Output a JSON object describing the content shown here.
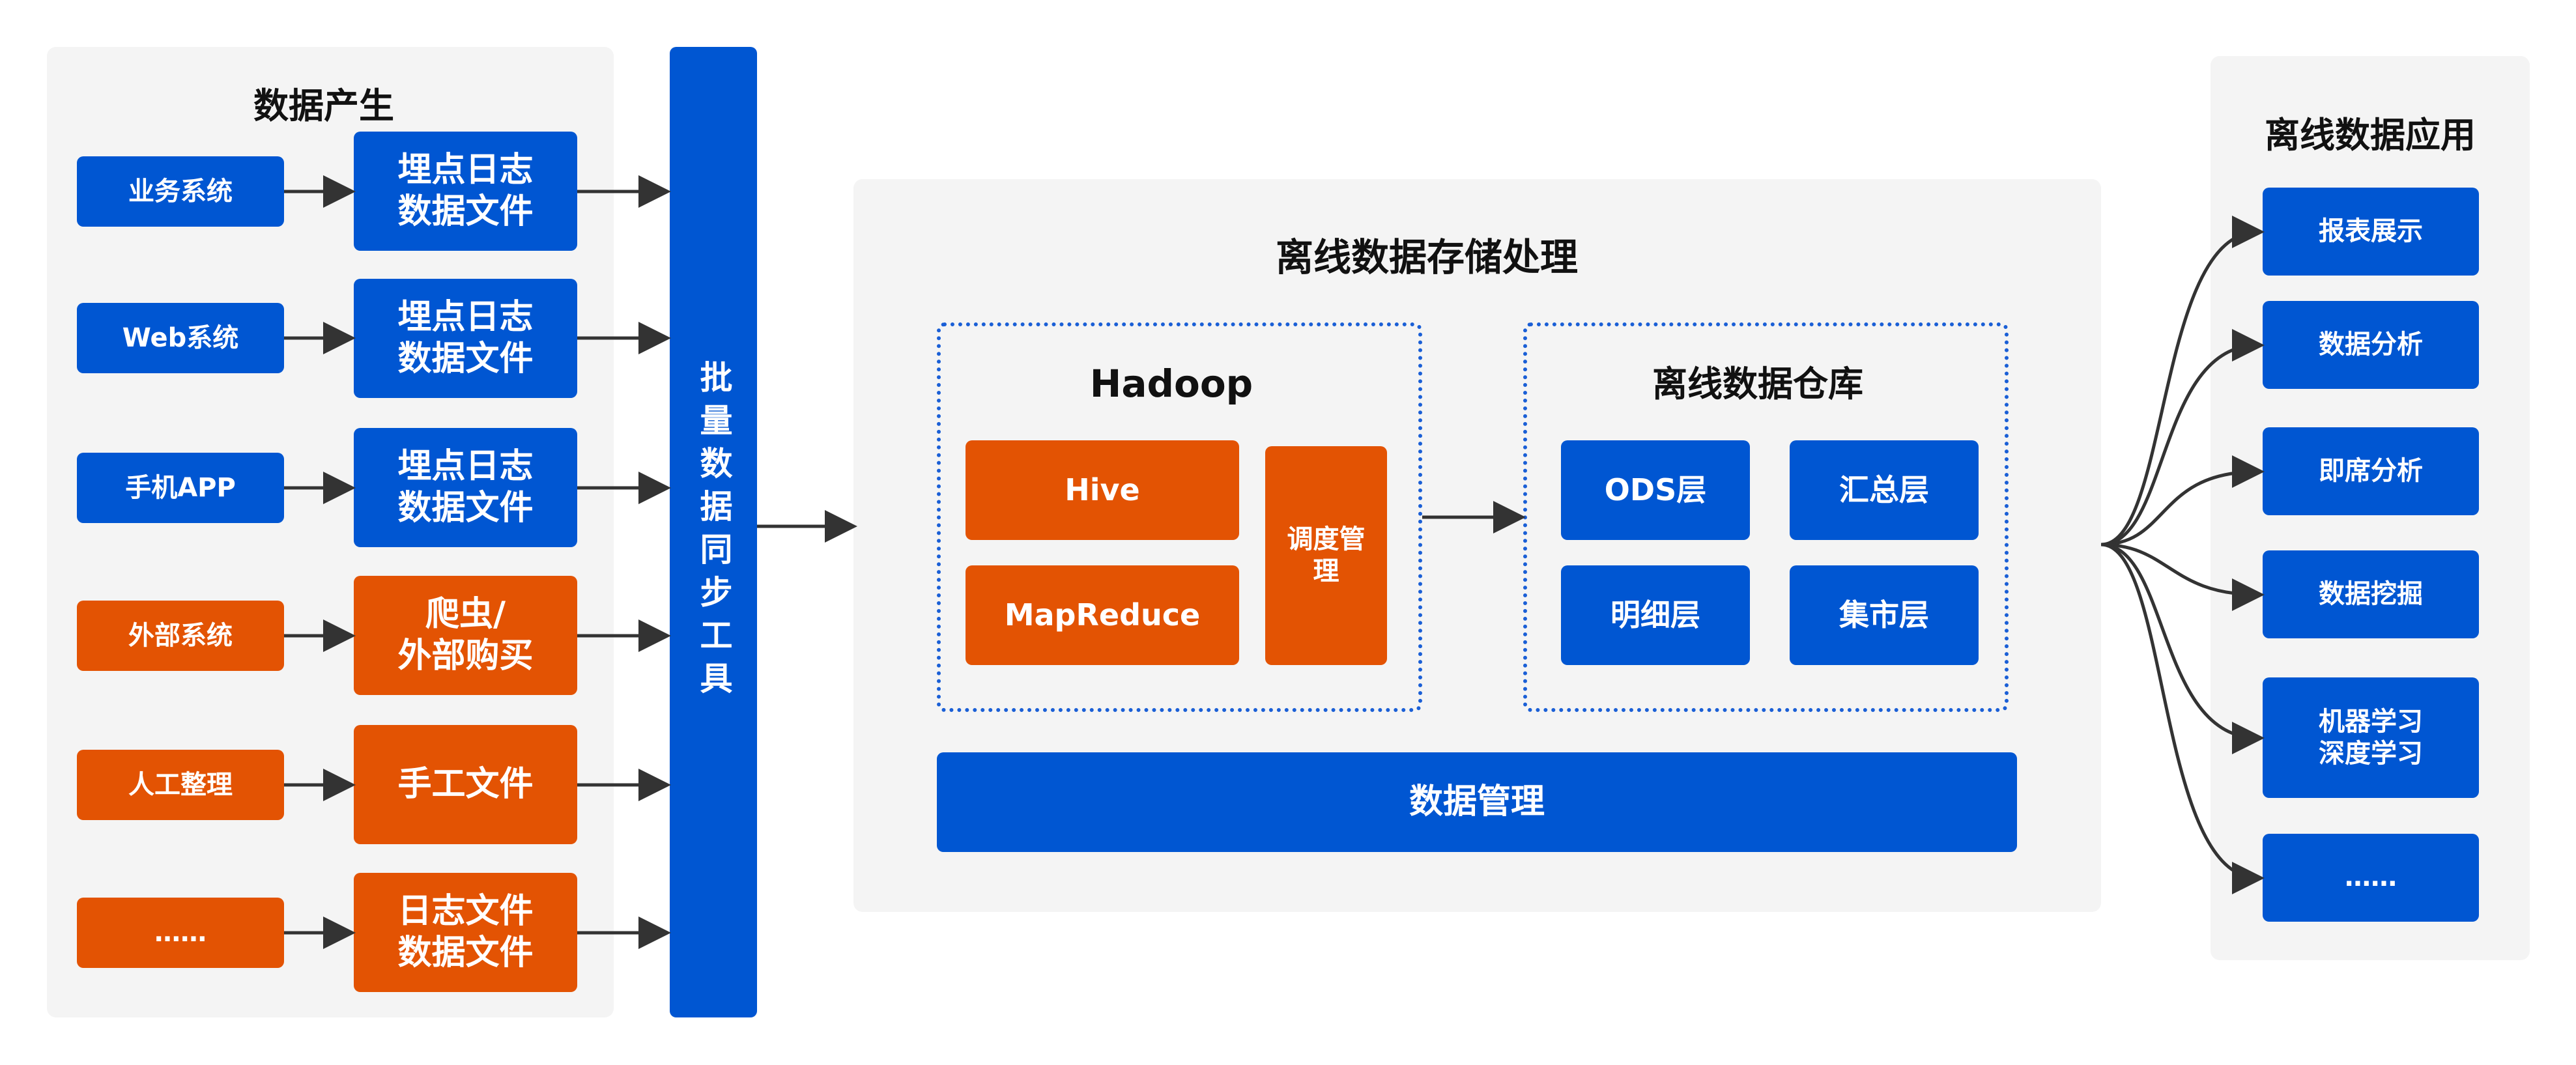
{
  "generation": {
    "title": "数据产生",
    "sources": [
      "业务系统",
      "Web系统",
      "手机APP",
      "外部系统",
      "人工整理",
      "……"
    ],
    "files": [
      [
        "埋点日志",
        "数据文件"
      ],
      [
        "埋点日志",
        "数据文件"
      ],
      [
        "埋点日志",
        "数据文件"
      ],
      [
        "爬虫/",
        "外部购买"
      ],
      [
        "手工文件"
      ],
      [
        "日志文件",
        "数据文件"
      ]
    ]
  },
  "sync_tool": "批量数据同步工具",
  "storage": {
    "title": "离线数据存储处理",
    "hadoop": {
      "title": "Hadoop",
      "hive": "Hive",
      "mapreduce": "MapReduce",
      "scheduling": "调度管理"
    },
    "warehouse": {
      "title": "离线数据仓库",
      "layers": [
        "ODS层",
        "汇总层",
        "明细层",
        "集市层"
      ]
    },
    "management": "数据管理"
  },
  "applications": {
    "title": "离线数据应用",
    "items": [
      [
        "报表展示"
      ],
      [
        "数据分析"
      ],
      [
        "即席分析"
      ],
      [
        "数据挖掘"
      ],
      [
        "机器学习",
        "深度学习"
      ],
      [
        "……"
      ]
    ]
  },
  "colors": {
    "blue": "#0056d2",
    "orange": "#e35303",
    "panel": "#f4f4f4",
    "arrow": "#333333"
  }
}
